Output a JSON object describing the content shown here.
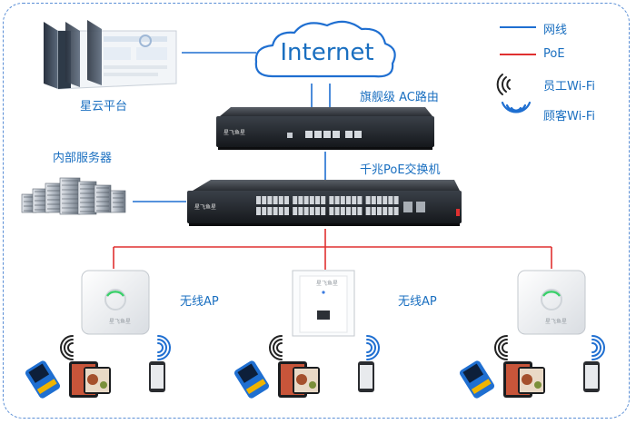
{
  "cloud": {
    "label": "Internet"
  },
  "labels": {
    "platform": "星云平台",
    "router": "旗舰级 AC路由",
    "servers": "内部服务器",
    "switch": "千兆PoE交换机",
    "ap_left": "无线AP",
    "ap_right": "无线AP"
  },
  "legend": [
    {
      "label": "网线",
      "color": "#1f6fd1",
      "icon": "line-swatch"
    },
    {
      "label": "PoE",
      "color": "#e03030",
      "icon": "line-swatch"
    },
    {
      "label": "员工Wi-Fi",
      "color": "#222222",
      "icon": "wifi-icon"
    },
    {
      "label": "顾客Wi-Fi",
      "color": "#1f6fd1",
      "icon": "wifi-icon"
    }
  ]
}
